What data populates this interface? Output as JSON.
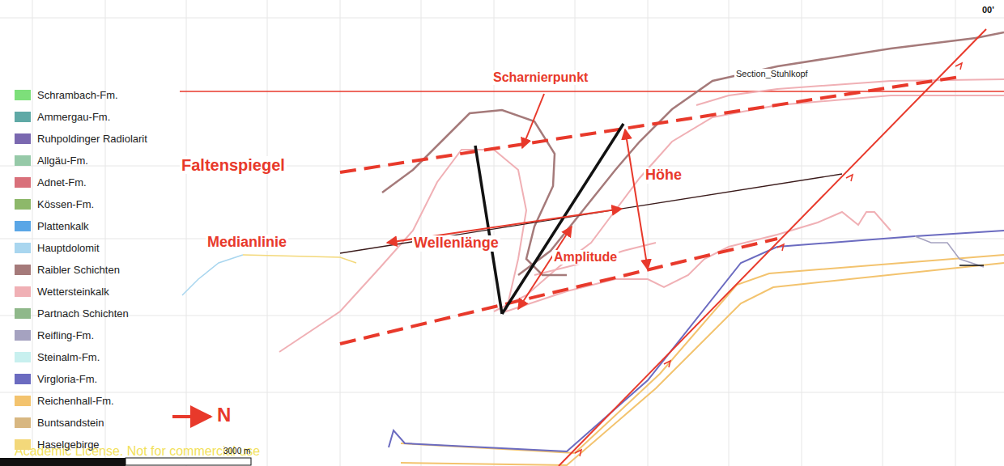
{
  "diagram": {
    "labels": [
      "Scharnierpunkt",
      "Faltenspiegel",
      "Höhe",
      "Medianlinie",
      "Wellenlänge",
      "Amplitude",
      "Section_Stuhlkopf",
      "N",
      "Academic License. Not for commercial use",
      "3000 m",
      "00'"
    ],
    "legend": [
      {
        "text": "Schrambach-Fm.",
        "color": "#7ddf7a"
      },
      {
        "text": "Ammergau-Fm.",
        "color": "#5fa9a6"
      },
      {
        "text": "Ruhpoldinger Radiolarit",
        "color": "#7a68b0"
      },
      {
        "text": "Allgäu-Fm.",
        "color": "#96c9a8"
      },
      {
        "text": "Adnet-Fm.",
        "color": "#d9707a"
      },
      {
        "text": "Kössen-Fm.",
        "color": "#8db86a"
      },
      {
        "text": "Plattenkalk",
        "color": "#5aa6e6"
      },
      {
        "text": "Hauptdolomit",
        "color": "#a9d6ef"
      },
      {
        "text": "Raibler Schichten",
        "color": "#a57a7a"
      },
      {
        "text": "Wettersteinkalk",
        "color": "#f0b0b5"
      },
      {
        "text": "Partnach Schichten",
        "color": "#8fb88a"
      },
      {
        "text": "Reifling-Fm.",
        "color": "#a5a2c0"
      },
      {
        "text": "Steinalm-Fm.",
        "color": "#c8f0ef"
      },
      {
        "text": "Virgloria-Fm.",
        "color": "#6b6bc0"
      },
      {
        "text": "Reichenhall-Fm.",
        "color": "#f3c36e"
      },
      {
        "text": "Buntsandstein",
        "color": "#d8b781"
      },
      {
        "text": "Haselgebirge",
        "color": "#f3d87a"
      }
    ]
  }
}
